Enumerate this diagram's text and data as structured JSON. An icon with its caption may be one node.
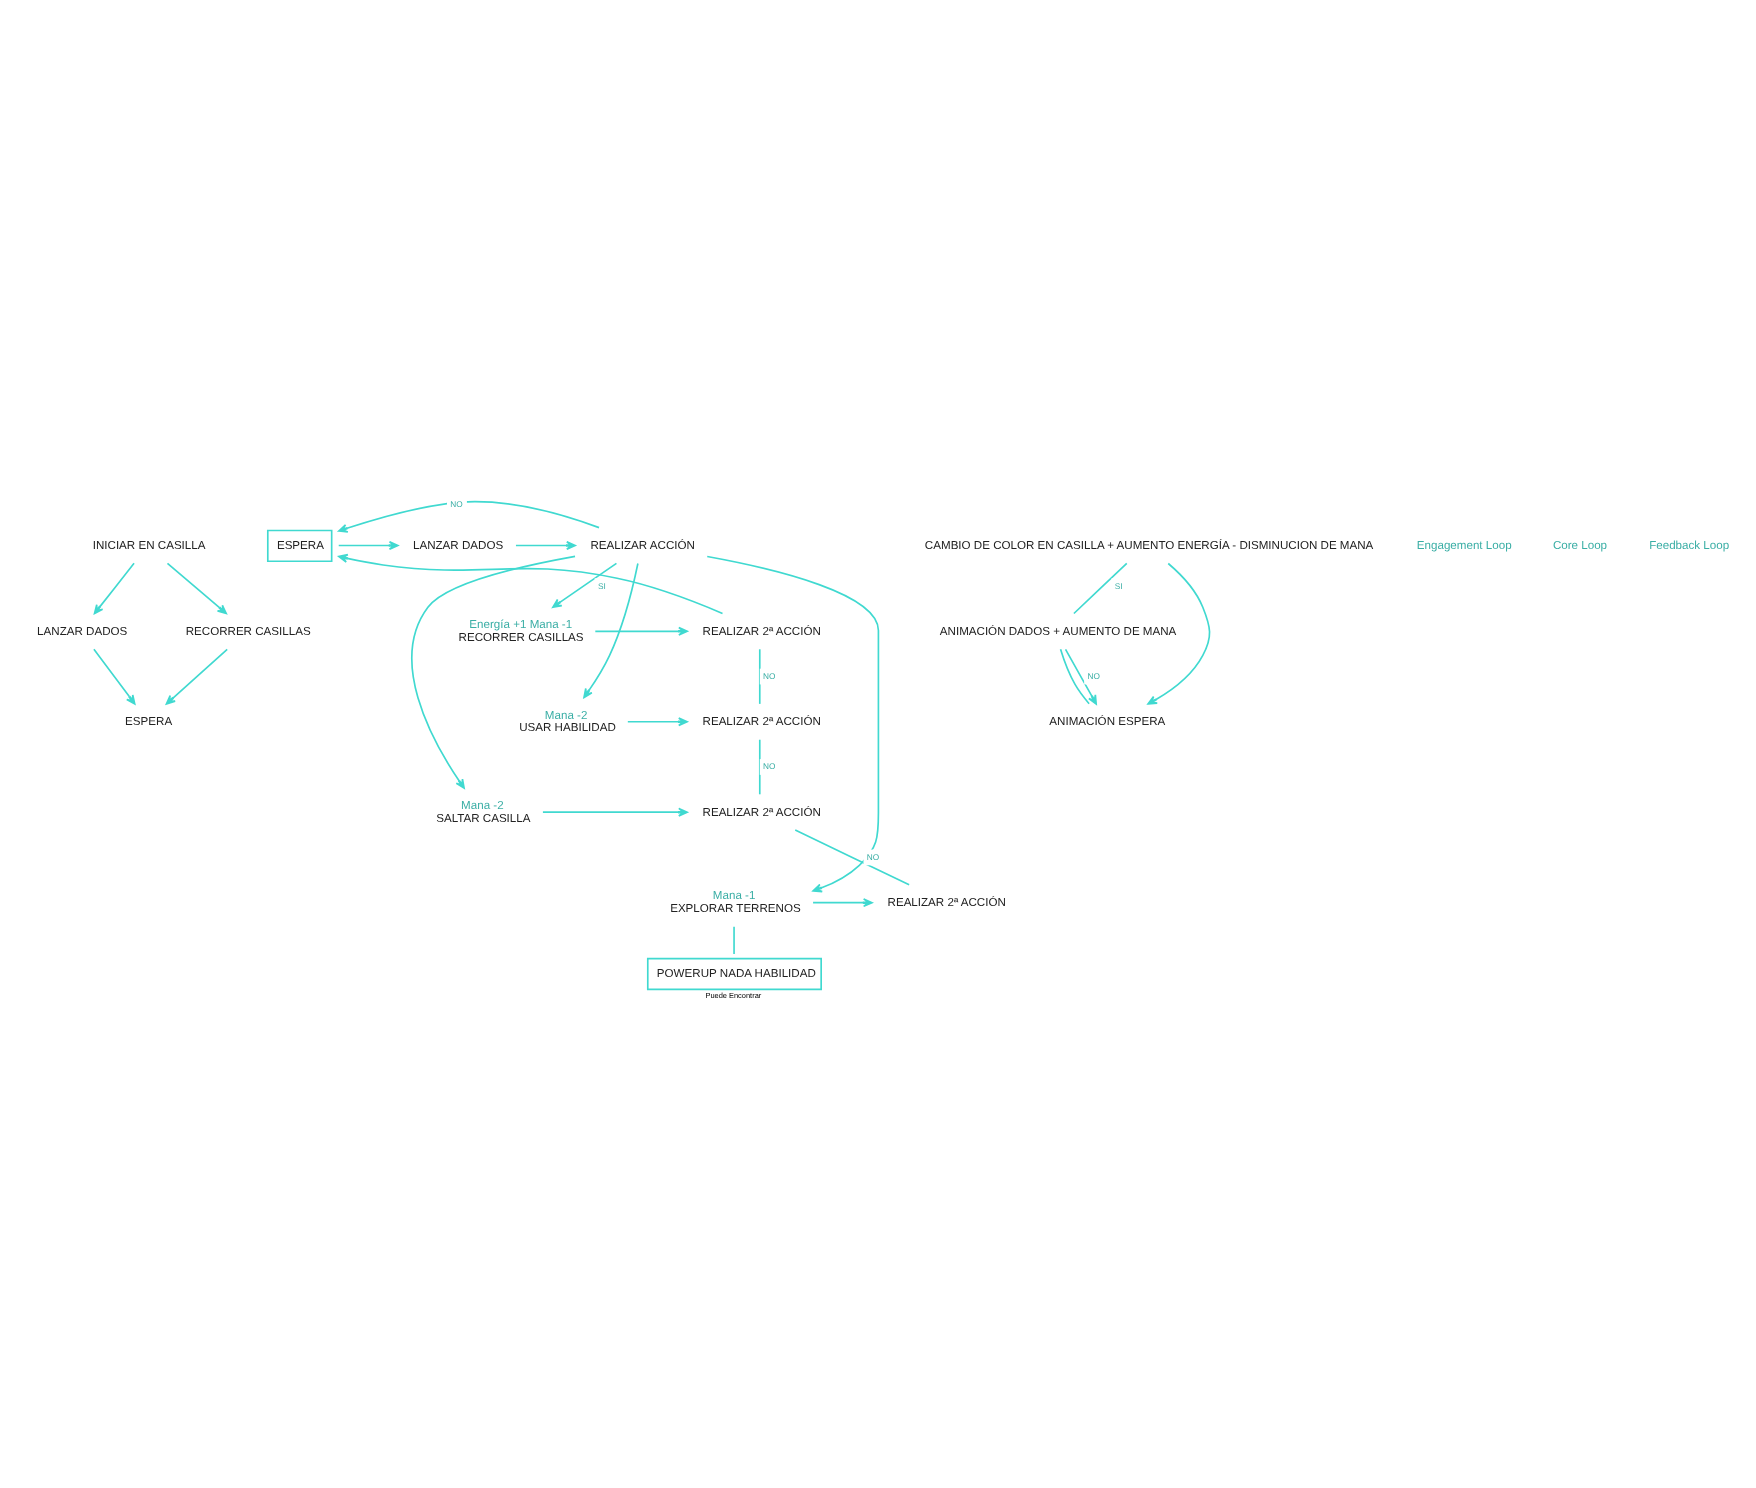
{
  "diagram": {
    "nodes": [
      {
        "text": [
          "INICIAR EN CASILLA"
        ]
      },
      {
        "text": [
          "LANZAR DADOS"
        ]
      },
      {
        "text": [
          "RECORRER CASILLAS"
        ]
      },
      {
        "text": [
          "ESPERA"
        ]
      },
      {
        "text": [
          "ESPERA"
        ]
      },
      {
        "text": [
          "LANZAR DADOS"
        ]
      },
      {
        "text": [
          "REALIZAR ACCIÓN"
        ]
      },
      {
        "text": [
          "Energía +1 Mana -1",
          "RECORRER CASILLAS"
        ]
      },
      {
        "text": [
          "REALIZAR 2ª ACCIÓN"
        ]
      },
      {
        "text": [
          "Mana -2",
          "USAR HABILIDAD"
        ]
      },
      {
        "text": [
          "REALIZAR 2ª ACCIÓN"
        ]
      },
      {
        "text": [
          "Mana -2",
          "SALTAR CASILLA"
        ]
      },
      {
        "text": [
          "REALIZAR 2ª ACCIÓN"
        ]
      },
      {
        "text": [
          "Mana -1",
          "EXPLORAR TERRENOS"
        ]
      },
      {
        "text": [
          "REALIZAR 2ª ACCIÓN"
        ]
      },
      {
        "text": [
          "POWERUP NADA HABILIDAD"
        ],
        "beside": [
          "Puede Encontrar"
        ]
      },
      {
        "text": [
          "CAMBIO DE COLOR EN CASILLA + AUMENTO ENERGÍA - DISMINUCION DE MANA"
        ]
      },
      {
        "text": [
          "ANIMACIÓN DADOS + AUMENTO DE MANA"
        ]
      },
      {
        "text": [
          "ANIMACIÓN ESPERA"
        ]
      }
    ],
    "edges": [
      {
        "from": 0,
        "to": 1,
        "arrow": "to"
      },
      {
        "from": 0,
        "to": 2,
        "arrow": "to"
      },
      {
        "from": 1,
        "to": 3,
        "arrow": "to"
      },
      {
        "from": 2,
        "to": 3,
        "arrow": "to"
      },
      {
        "from": 8,
        "to": 4,
        "arrow": "to"
      },
      {
        "from": 4,
        "to": 5,
        "arrow": "to"
      },
      {
        "from": 5,
        "to": 6,
        "arrow": "to"
      },
      {
        "from": 6,
        "to": 4,
        "label": "NO",
        "arrow": "to"
      },
      {
        "from": 6,
        "to": 7,
        "label": "SI",
        "arrow": "to"
      },
      {
        "from": 6,
        "to": 9,
        "arrow": "to"
      },
      {
        "from": 6,
        "to": 11,
        "arrow": "to"
      },
      {
        "from": 6,
        "to": 13,
        "arrow": "to"
      },
      {
        "from": 7,
        "to": 8,
        "arrow": "to"
      },
      {
        "from": 9,
        "to": 10,
        "arrow": "to"
      },
      {
        "from": 11,
        "to": 12,
        "arrow": "to"
      },
      {
        "from": 13,
        "to": 14,
        "arrow": "to"
      },
      {
        "from": 8,
        "to": 10,
        "label": "NO",
        "arrow": "none"
      },
      {
        "from": 10,
        "to": 12,
        "label": "NO",
        "arrow": "none"
      },
      {
        "from": 12,
        "to": 14,
        "label": "NO",
        "arrow": "none"
      },
      {
        "from": 13,
        "to": 15,
        "arrow": "none"
      },
      {
        "from": 16,
        "to": 17,
        "label": "SI",
        "arrow": "none"
      },
      {
        "from": 17,
        "to": 18,
        "arrow": "none"
      },
      {
        "from": 17,
        "to": 18,
        "label": "NO",
        "arrow": "to"
      },
      {
        "from": 16,
        "to": 18,
        "arrow": "to"
      }
    ],
    "labels": [
      "Engagement Loop",
      "Core Loop",
      "Feedback Loop"
    ]
  }
}
